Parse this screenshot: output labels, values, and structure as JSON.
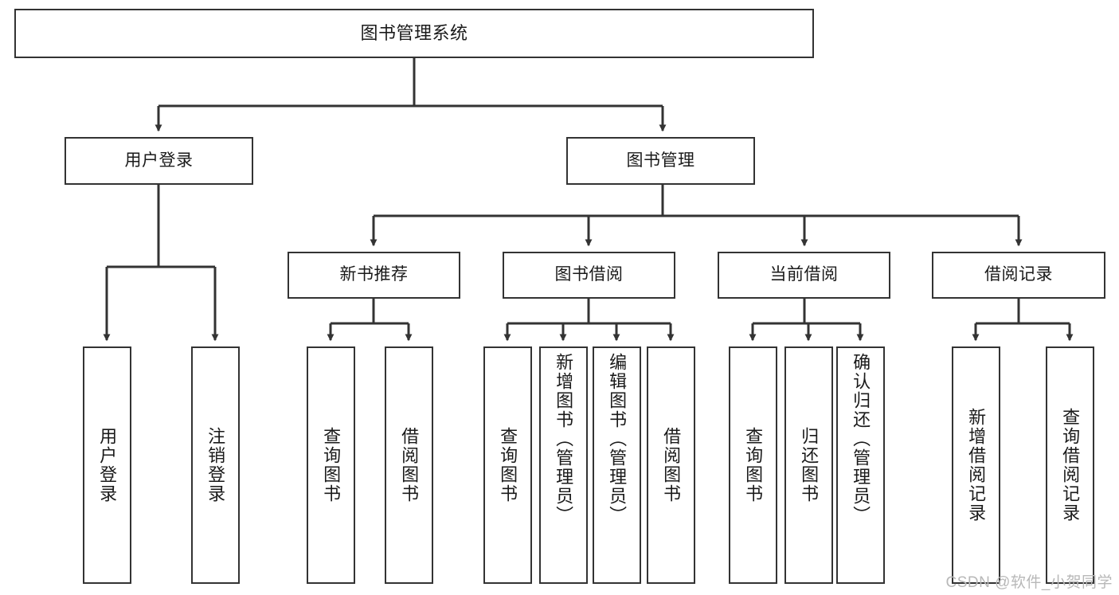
{
  "diagram": {
    "title": "图书管理系统",
    "type": "tree",
    "watermark": "CSDN @软件_小贺同学",
    "colors": {
      "stroke": "#333333",
      "fill": "#ffffff",
      "text": "#1a1a1a",
      "watermark": "#b8b8b8"
    },
    "levels": {
      "root": {
        "label": "图书管理系统"
      },
      "level2": [
        {
          "label": "用户登录"
        },
        {
          "label": "图书管理"
        }
      ],
      "level3": [
        {
          "label": "新书推荐"
        },
        {
          "label": "图书借阅"
        },
        {
          "label": "当前借阅"
        },
        {
          "label": "借阅记录"
        }
      ],
      "leaves": {
        "user_login": [
          {
            "label": "用户登录"
          },
          {
            "label": "注销登录"
          }
        ],
        "new_book_recommend": [
          {
            "label": "查询图书"
          },
          {
            "label": "借阅图书"
          }
        ],
        "book_borrow": [
          {
            "label": "查询图书"
          },
          {
            "label": "新增图书（管理员）"
          },
          {
            "label": "编辑图书（管理员）"
          },
          {
            "label": "借阅图书"
          }
        ],
        "current_borrow": [
          {
            "label": "查询图书"
          },
          {
            "label": "归还图书"
          },
          {
            "label": "确认归还（管理员）"
          }
        ],
        "borrow_record": [
          {
            "label": "新增借阅记录"
          },
          {
            "label": "查询借阅记录"
          }
        ]
      }
    }
  }
}
